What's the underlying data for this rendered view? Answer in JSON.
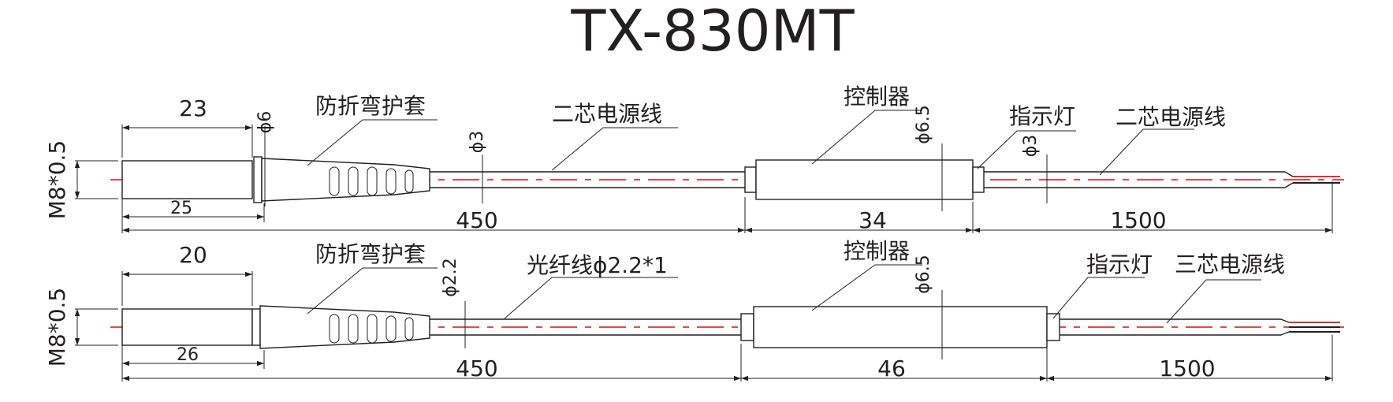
{
  "title": "TX-830MT",
  "colors": {
    "line": "#231f20",
    "centerline": "#e03030",
    "wire_red": "#e03030",
    "background": "#ffffff"
  },
  "row1": {
    "sleeve": "防折弯护套",
    "cable1": "二芯电源线",
    "controller": "控制器",
    "indicator": "指示灯",
    "cable2": "二芯电源线",
    "thread": "M8*0.5",
    "dim_top": "23",
    "dim_probe": "25",
    "dim_phi_probe": "ϕ6",
    "dim_phi_cable1": "ϕ3",
    "dim_phi_controller": "ϕ6.5",
    "dim_phi_cable2": "ϕ3",
    "len_cable": "450",
    "len_controller": "34",
    "len_tail": "1500"
  },
  "row2": {
    "sleeve": "防折弯护套",
    "cable1": "光纤线ϕ2.2*1",
    "controller": "控制器",
    "indicator": "指示灯",
    "cable2": "三芯电源线",
    "thread": "M8*0.5",
    "dim_top": "20",
    "dim_probe": "26",
    "dim_phi_cable1": "ϕ2.2",
    "dim_phi_controller": "ϕ6.5",
    "len_cable": "450",
    "len_controller": "46",
    "len_tail": "1500"
  }
}
